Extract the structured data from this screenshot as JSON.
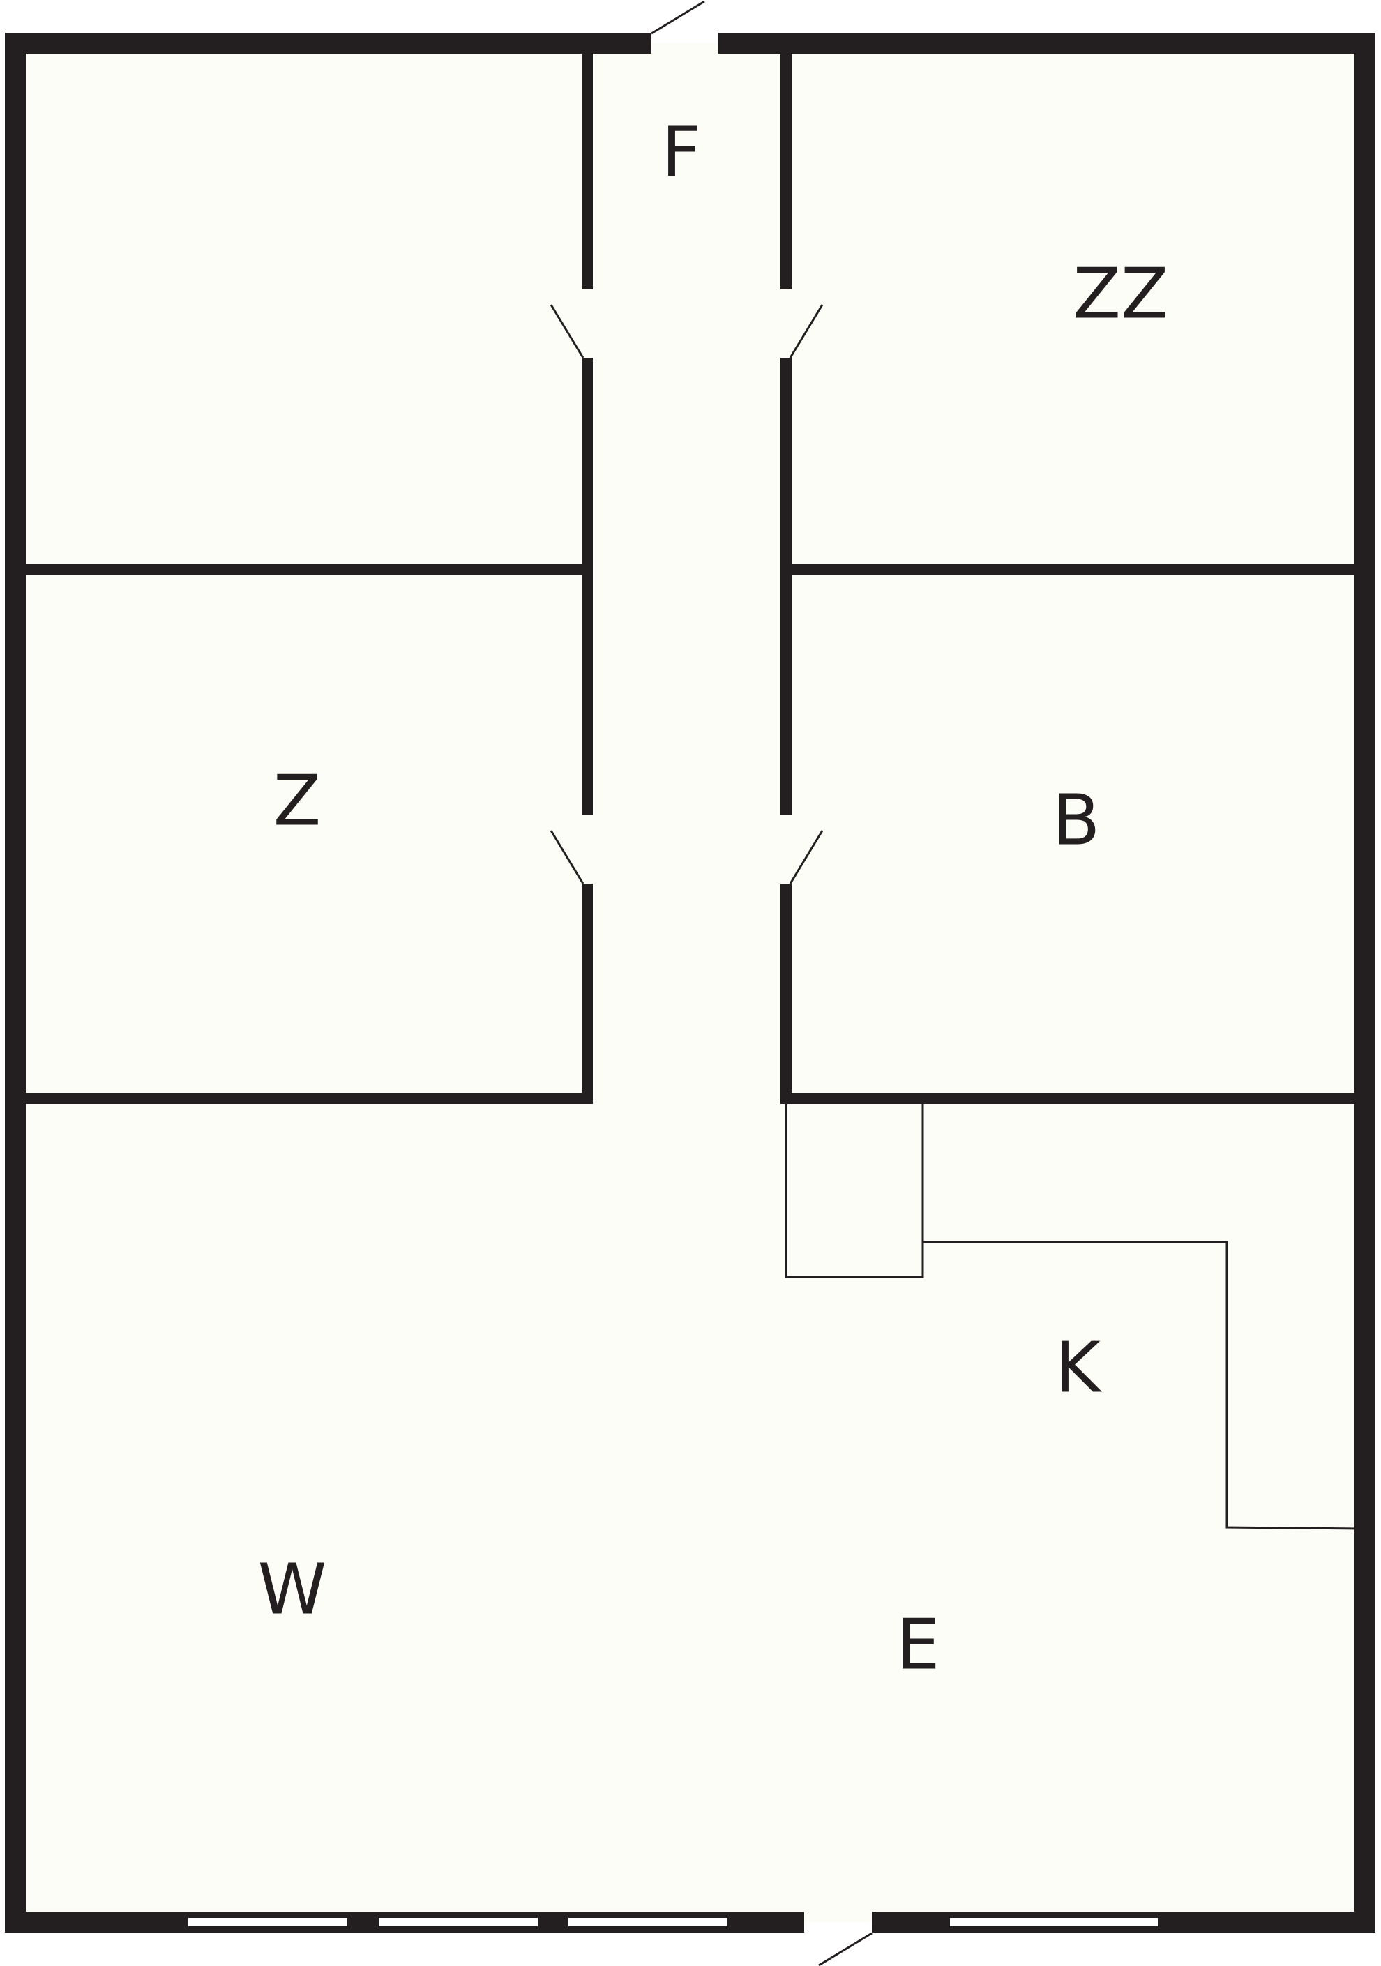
{
  "colors": {
    "wall": "#231f20",
    "floor": "#fcfdf7",
    "window": "#ffffff",
    "background": "#ffffff"
  },
  "rooms": {
    "top_left": "",
    "hall": "F",
    "top_right": "ZZ",
    "mid_left": "Z",
    "mid_right": "B",
    "living": "W",
    "kitchen": "K",
    "entry": "E"
  },
  "icons": {
    "door": "door-swing-icon",
    "window": "window-icon"
  }
}
